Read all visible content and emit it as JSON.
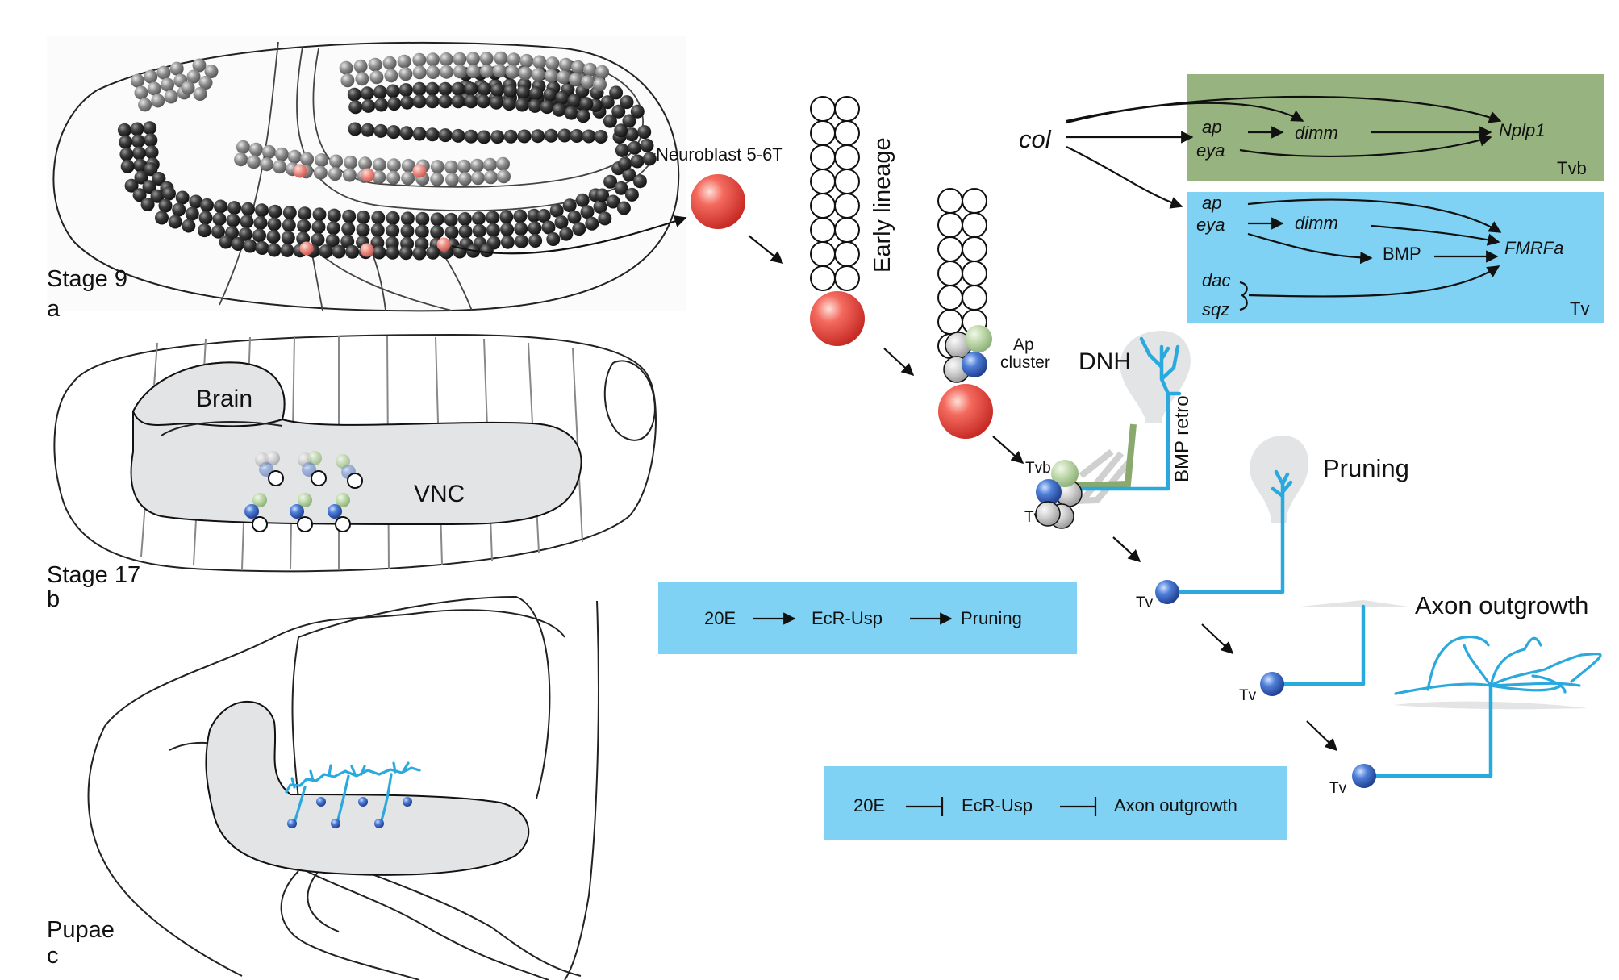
{
  "colors": {
    "green_box": "#97b37f",
    "blue_box": "#7fd2f3",
    "neuron": "#29a9dd",
    "tissue": "#e3e4e6",
    "red_cell": "#e8453c",
    "blue_cell": "#3a66c4",
    "green_cell": "#b7d4a4"
  },
  "panels": {
    "a": {
      "stage": "Stage 9",
      "letter": "a"
    },
    "b": {
      "stage": "Stage 17",
      "letter": "b",
      "brain": "Brain",
      "vnc": "VNC"
    },
    "c": {
      "stage": "Pupae",
      "letter": "c"
    }
  },
  "lineage": {
    "neuroblast": "Neuroblast 5-6T",
    "early": "Early lineage",
    "ap_cluster": [
      "Ap",
      "cluster"
    ],
    "dnh": "DNH",
    "bmp_retro": "BMP retro",
    "tvb": "Tvb",
    "tv": "Tv",
    "pruning": "Pruning",
    "axon_outgrowth": "Axon outgrowth"
  },
  "network": {
    "col": "col",
    "tvb_box": {
      "ap": "ap",
      "eya": "eya",
      "dimm": "dimm",
      "target": "Nplp1",
      "cell": "Tvb"
    },
    "tv_box": {
      "ap": "ap",
      "eya": "eya",
      "dimm": "dimm",
      "bmp": "BMP",
      "target": "FMRFa",
      "dac": "dac",
      "sqz": "sqz",
      "cell": "Tv"
    }
  },
  "pathways": {
    "pruning_box": [
      "20E",
      "EcR-Usp",
      "Pruning"
    ],
    "axon_box": [
      "20E",
      "EcR-Usp",
      "Axon outgrowth"
    ]
  }
}
